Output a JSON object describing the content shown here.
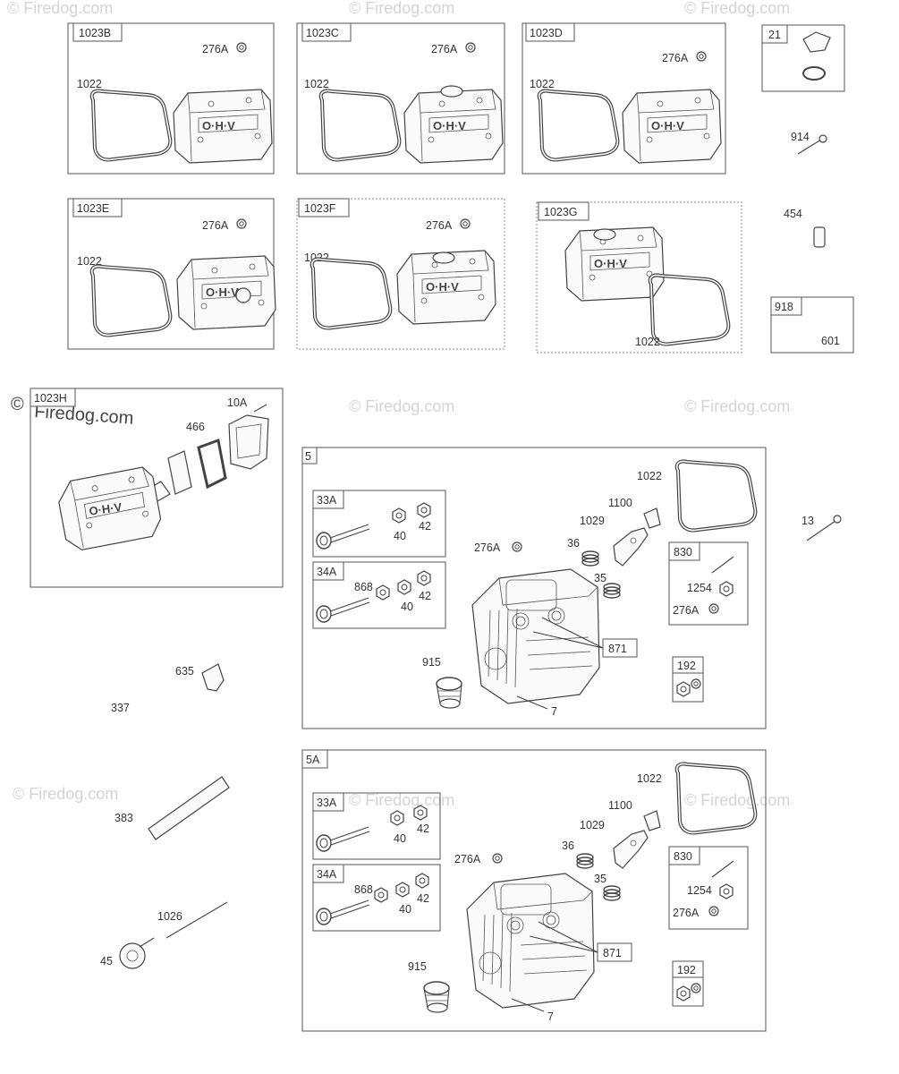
{
  "watermark": {
    "text": "© Firedog.com",
    "main_text": "Firedog.com",
    "copyright_symbol": "©"
  },
  "kits": [
    {
      "tag": "1023B",
      "parts": {
        "seal": "276A",
        "gasket": "1022"
      }
    },
    {
      "tag": "1023C",
      "parts": {
        "seal": "276A",
        "gasket": "1022"
      }
    },
    {
      "tag": "1023D",
      "parts": {
        "seal": "276A",
        "gasket": "1022"
      }
    },
    {
      "tag": "1023E",
      "parts": {
        "seal": "276A",
        "gasket": "1022"
      }
    },
    {
      "tag": "1023F",
      "parts": {
        "seal": "276A",
        "gasket": "1022"
      }
    },
    {
      "tag": "1023G",
      "parts": {
        "gasket": "1022"
      }
    },
    {
      "tag": "1023H",
      "parts": {
        "screw": "10A",
        "gasket": "466"
      }
    }
  ],
  "small_kits": {
    "k21": {
      "tag": "21"
    },
    "k918": {
      "tag": "918",
      "part": "601"
    }
  },
  "loose_parts": {
    "p914": "914",
    "p454": "454",
    "p13": "13",
    "p635": "635",
    "p337": "337",
    "p383": "383",
    "p1026": "1026",
    "p45": "45"
  },
  "assemblies": [
    {
      "tag": "5",
      "labels": {
        "gasket": "1022",
        "p1100": "1100",
        "p1029": "1029",
        "p276a": "276A",
        "p36": "36",
        "p35": "35",
        "p871": "871",
        "p915": "915",
        "p7": "7"
      },
      "sub_33a": {
        "tag": "33A",
        "p40": "40",
        "p42": "42"
      },
      "sub_34a": {
        "tag": "34A",
        "p868": "868",
        "p40": "40",
        "p42": "42"
      },
      "sub_830": {
        "tag": "830",
        "p1254": "1254",
        "p276a": "276A"
      },
      "sub_192": {
        "tag": "192"
      }
    },
    {
      "tag": "5A",
      "labels": {
        "gasket": "1022",
        "p1100": "1100",
        "p1029": "1029",
        "p276a": "276A",
        "p36": "36",
        "p35": "35",
        "p871": "871",
        "p915": "915",
        "p7": "7"
      },
      "sub_33a": {
        "tag": "33A",
        "p40": "40",
        "p42": "42"
      },
      "sub_34a": {
        "tag": "34A",
        "p868": "868",
        "p40": "40",
        "p42": "42"
      },
      "sub_830": {
        "tag": "830",
        "p1254": "1254",
        "p276a": "276A"
      },
      "sub_192": {
        "tag": "192"
      }
    }
  ]
}
